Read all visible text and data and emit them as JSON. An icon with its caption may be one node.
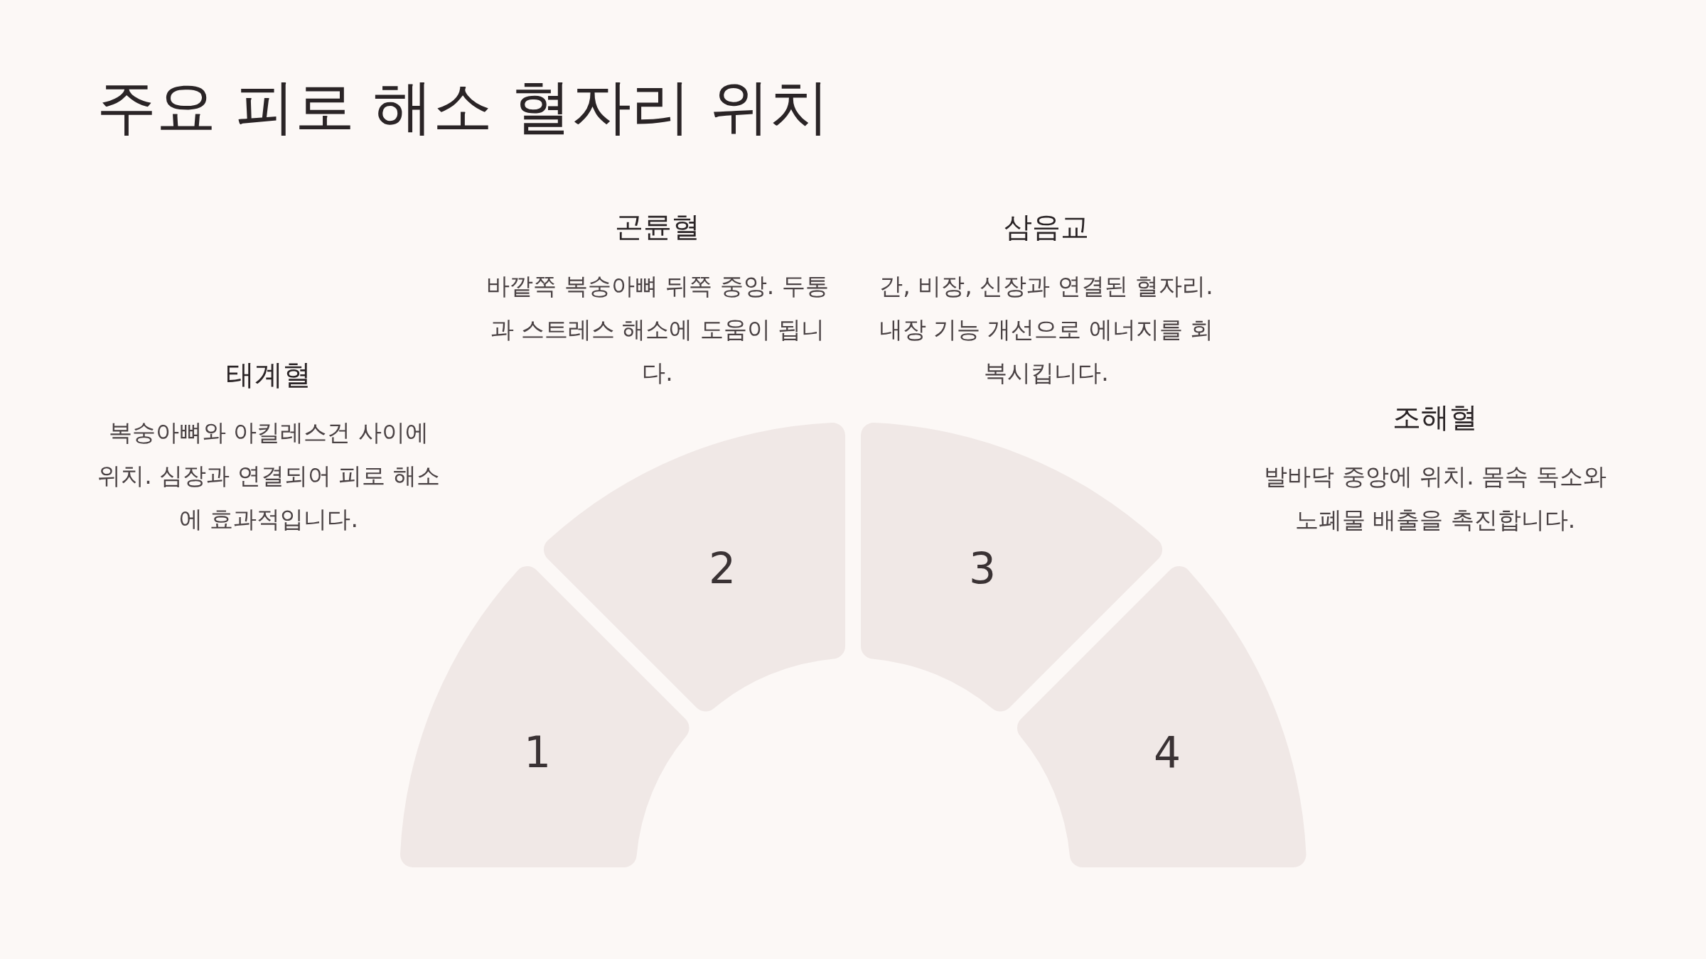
{
  "diagram": {
    "title": "주요 피로 해소 혈자리 위치",
    "nodes": [
      {
        "text": [
          "1"
        ],
        "beside": [
          "태계혈",
          "복숭아뼈와 아킬레스건 사이에 위치. 심장과 연결되어 피로 해소에 효과적입니다."
        ]
      },
      {
        "text": [
          "2"
        ],
        "beside": [
          "곤륜혈",
          "바깥쪽 복숭아뼈 뒤쪽 중앙. 두통과 스트레스 해소에 도움이 됩니다."
        ]
      },
      {
        "text": [
          "3"
        ],
        "beside": [
          "삼음교",
          "간, 비장, 신장과 연결된 혈자리. 내장 기능 개선으로 에너지를 회복시킵니다."
        ]
      },
      {
        "text": [
          "4"
        ],
        "beside": [
          "조해혈",
          "발바닥 중앙에 위치. 몸속 독소와 노폐물 배출을 촉진합니다."
        ]
      }
    ]
  }
}
